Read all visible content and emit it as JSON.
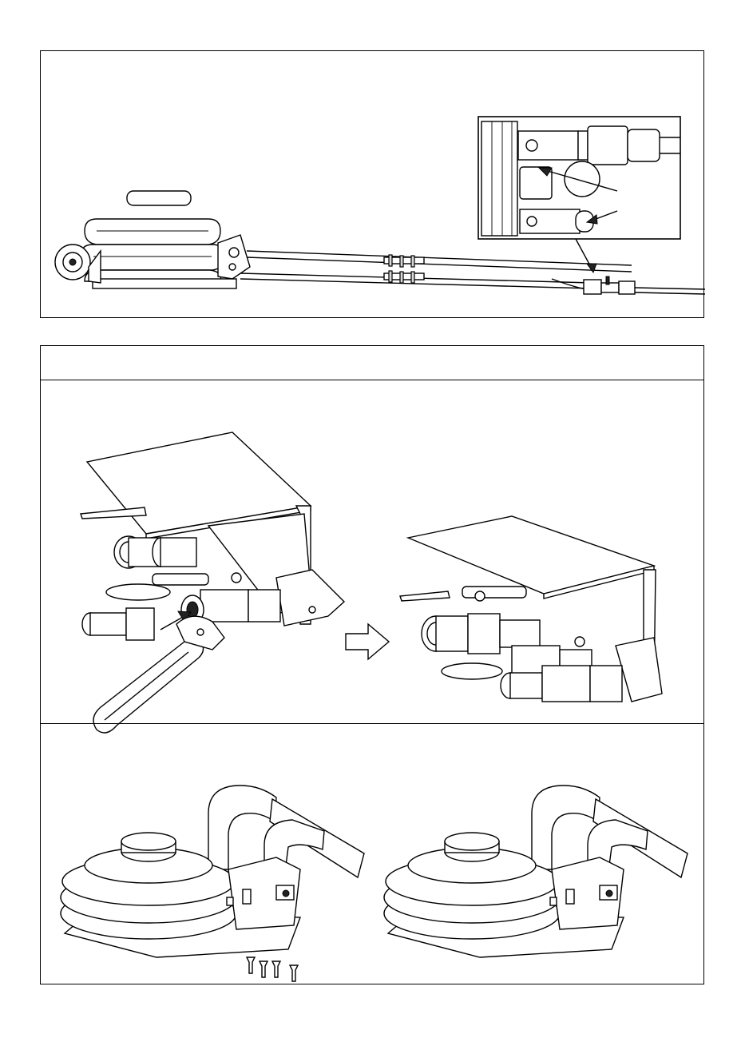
{
  "sections": {
    "top": {
      "figure": "air-jack-with-valve-inset"
    },
    "middle": {
      "header_text": "",
      "figure": "coupling-installation-with-wrench"
    },
    "bottom": {
      "figure": "base-plate-screw-removal"
    }
  },
  "colors": {
    "line": "#000000",
    "background": "#ffffff",
    "shade": "#d8d8d8"
  },
  "icons": [
    "wrench-icon",
    "arrow-right-icon",
    "pointer-arrow-icon"
  ]
}
